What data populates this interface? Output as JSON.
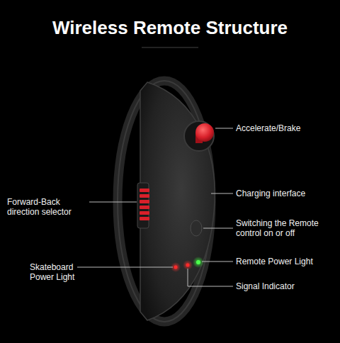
{
  "diagram": {
    "title": "Wireless Remote Structure",
    "labels": [
      "Accelerate/Brake",
      "Forward-Back direction selector",
      "Charging interface",
      "Switching the Remote control on or off",
      "Skateboard Power Light",
      "Remote Power Light",
      "Signal Indicator"
    ]
  }
}
